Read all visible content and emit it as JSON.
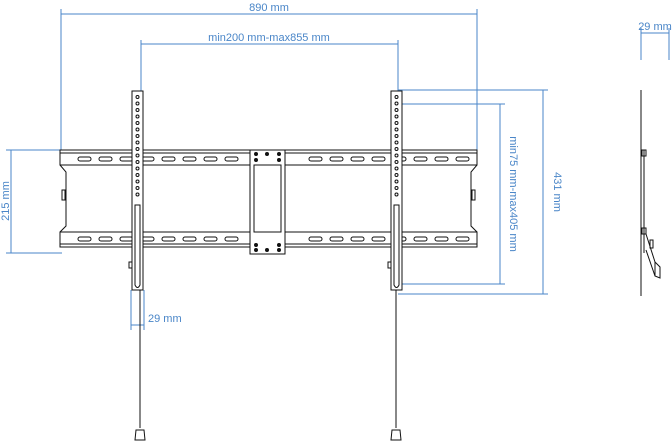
{
  "colors": {
    "dimension": "#4a86c8",
    "drawing": "#111111",
    "background": "#ffffff"
  },
  "dimensions": {
    "overall_width": "890 mm",
    "horizontal_spacing": "min200 mm-max855 mm",
    "overall_height": "431 mm",
    "vertical_spacing": "min75 mm-max405 mm",
    "rail_height": "215 mm",
    "arm_width": "29 mm",
    "side_depth": "29 mm"
  }
}
